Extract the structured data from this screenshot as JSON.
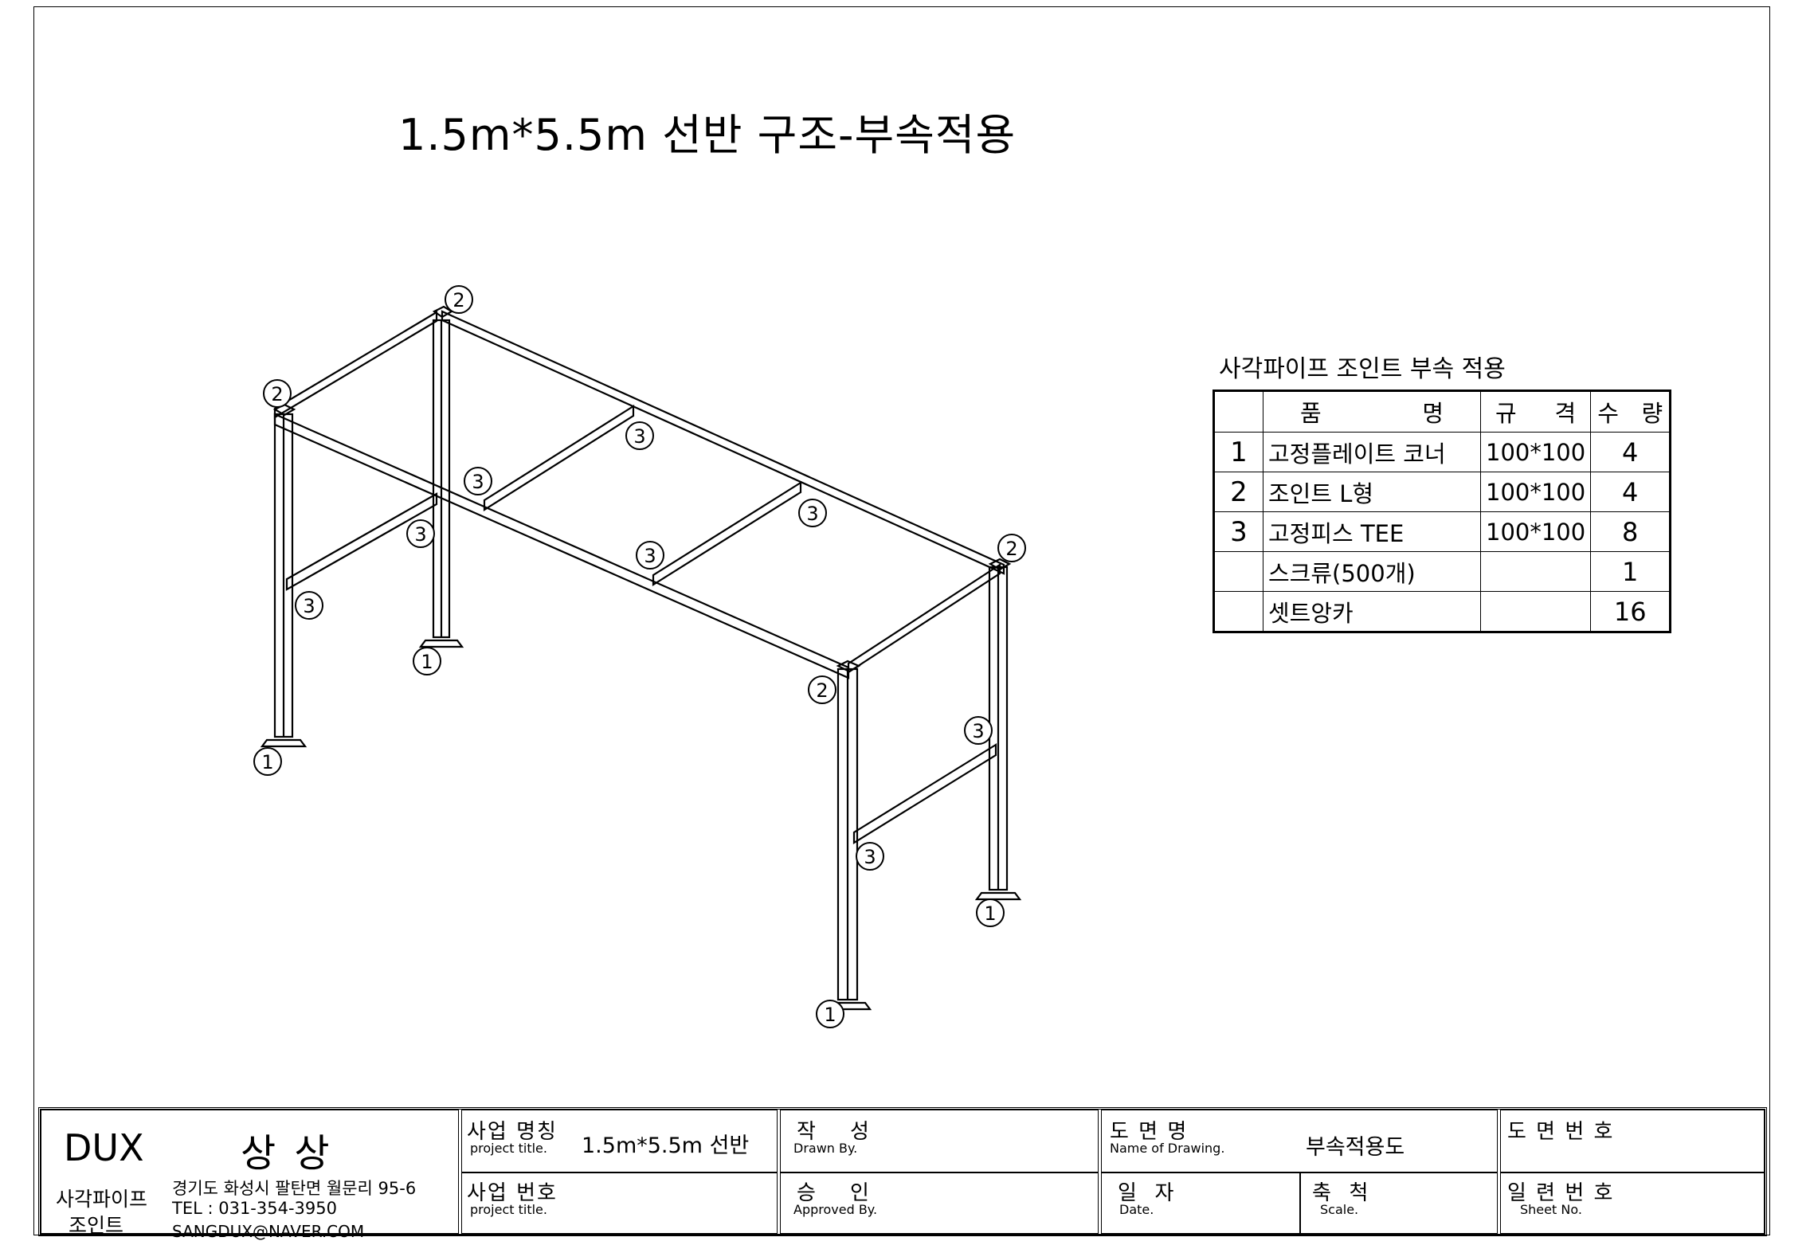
{
  "title": "1.5m*5.5m 선반 구조-부속적용",
  "callout_numbers": {
    "base": "1",
    "corner": "2",
    "tee": "3"
  },
  "parts_table": {
    "caption": "사각파이프 조인트 부속 적용",
    "headers": {
      "name": [
        "품",
        "명"
      ],
      "spec": [
        "규",
        "격"
      ],
      "qty": [
        "수",
        "량"
      ]
    },
    "rows": [
      {
        "no": "1",
        "name": "고정플레이트 코너",
        "spec": "100*100",
        "qty": "4"
      },
      {
        "no": "2",
        "name": "조인트 L형",
        "spec": "100*100",
        "qty": "4"
      },
      {
        "no": "3",
        "name": "고정피스 TEE",
        "spec": "100*100",
        "qty": "8"
      },
      {
        "no": "",
        "name": "스크류(500개)",
        "spec": "",
        "qty": "1"
      },
      {
        "no": "",
        "name": "셋트앙카",
        "spec": "",
        "qty": "16"
      }
    ]
  },
  "title_block": {
    "company": "DUX",
    "company_ko": "상 상",
    "sub_line1": "사각파이프",
    "sub_line2": "조인트",
    "address": "경기도 화성시 팔탄면 월문리 95-6",
    "tel": "TEL : 031-354-3950",
    "email": "SANGDUX@NAVER.COM",
    "project_name_ko": "사업 명칭",
    "project_name_en": "project title.",
    "project_name_value": "1.5m*5.5m 선반",
    "project_no_ko": "사업 번호",
    "project_no_en": "project title.",
    "drawn_ko": "작    성",
    "drawn_en": "Drawn By.",
    "approved_ko": "승    인",
    "approved_en": "Approved By.",
    "drawing_name_ko": "도 면 명",
    "drawing_name_en": "Name of Drawing.",
    "drawing_name_value": "부속적용도",
    "date_ko": "일  자",
    "date_en": "Date.",
    "scale_ko": "축  척",
    "scale_en": "Scale.",
    "drawing_no_ko": "도 면 번 호",
    "sheet_no_ko": "일 련 번 호",
    "sheet_no_en": "Sheet No."
  }
}
